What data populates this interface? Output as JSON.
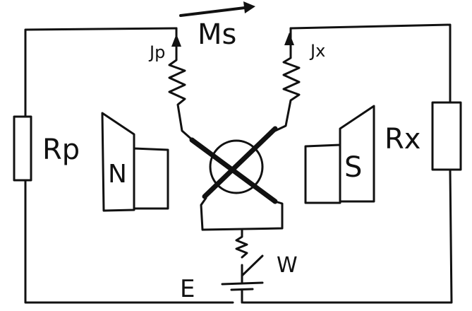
{
  "labels": {
    "moment": "Ms",
    "current_p": "Jp",
    "current_x": "Jx",
    "resistor_p": "Rp",
    "resistor_x": "Rx",
    "magnet_north": "N",
    "magnet_south": "S",
    "battery": "E",
    "switch": "W"
  },
  "colors": {
    "ink": "#111111",
    "paper": "#ffffff"
  }
}
